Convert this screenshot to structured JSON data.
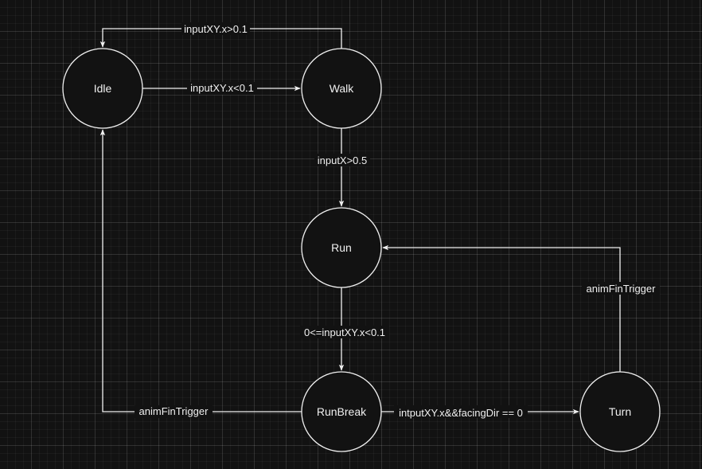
{
  "diagram": {
    "type": "state-machine",
    "colors": {
      "background": "#121212",
      "stroke": "#f0f0f0",
      "text": "#f0f0f0"
    },
    "nodes": {
      "idle": {
        "label": "Idle"
      },
      "walk": {
        "label": "Walk"
      },
      "run": {
        "label": "Run"
      },
      "runbreak": {
        "label": "RunBreak"
      },
      "turn": {
        "label": "Turn"
      }
    },
    "edges": {
      "walk_to_idle": {
        "from": "Walk",
        "to": "Idle",
        "label": "inputXY.x>0.1"
      },
      "idle_to_walk": {
        "from": "Idle",
        "to": "Walk",
        "label": "inputXY.x<0.1"
      },
      "walk_to_run": {
        "from": "Walk",
        "to": "Run",
        "label": "inputX>0.5"
      },
      "run_to_runbreak": {
        "from": "Run",
        "to": "RunBreak",
        "label": "0<=inputXY.x<0.1"
      },
      "runbreak_to_idle": {
        "from": "RunBreak",
        "to": "Idle",
        "label": "animFinTrigger"
      },
      "runbreak_to_turn": {
        "from": "RunBreak",
        "to": "Turn",
        "label": "intputXY.x&&facingDir == 0"
      },
      "turn_to_run": {
        "from": "Turn",
        "to": "Run",
        "label": "animFinTrigger"
      }
    }
  }
}
